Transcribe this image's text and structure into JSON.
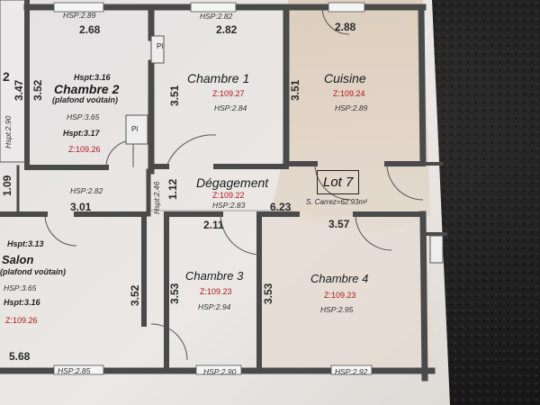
{
  "rooms": {
    "chambre2": {
      "name": "Chambre 2",
      "sub": "(plafond voûtain)",
      "hspt_top": "Hspt:3.16",
      "hsp": "HSP:3.65",
      "hspt_bottom": "Hspt:3.17",
      "z": "Z:109.26",
      "dim_top": "2.68",
      "dim_left": "3.52",
      "dim_outer": "3.47",
      "hspt_side": "Hspt:2.90"
    },
    "chambre1": {
      "name": "Chambre 1",
      "z": "Z:109.27",
      "hsp": "HSP:2.84",
      "dim_top": "2.82",
      "dim_left": "3.51",
      "hsp_top": "HSP:2.82"
    },
    "cuisine": {
      "name": "Cuisine",
      "z": "Z:109.24",
      "hsp": "HSP:2.89",
      "dim_top": "2.88",
      "dim_left": "3.51"
    },
    "degagement": {
      "name": "Dégagement",
      "z": "Z:109.22",
      "hsp": "HSP:2.83",
      "dim_len": "6.23",
      "dim_side": "1.12",
      "hspt": "Hspt:2.46"
    },
    "hall": {
      "hsp": "HSP:2.82",
      "dim_top": "3.01",
      "dim_left": "1.09"
    },
    "salon": {
      "name": "Salon",
      "sub": "(plafond voûtain)",
      "hspt_top": "Hspt:3.13",
      "hspt_bottom": "Hspt:3.16",
      "hsp": "HSP:3.65",
      "z": "Z:109.26",
      "dim_bottom": "5.68",
      "dim_right": "3.52",
      "hsp_bottom": "HSP:2.85"
    },
    "chambre3": {
      "name": "Chambre 3",
      "z": "Z:109.23",
      "hsp": "HSP:2.94",
      "dim_top": "2.11",
      "dim_left": "3.53",
      "hsp_bottom": "HSP:2.90"
    },
    "chambre4": {
      "name": "Chambre 4",
      "z": "Z:109.23",
      "hsp": "HSP:2.95",
      "dim_top": "3.57",
      "dim_left": "3.53",
      "hsp_bottom": "HSP:2.92"
    }
  },
  "lot": {
    "label": "Lot 7",
    "surface": "S. Carrez=62.93m²"
  },
  "top_hsp_left": "HSP:2.89",
  "left_room_number": "2",
  "placard_label": "Pl",
  "colors": {
    "paper": "#e9e6e3",
    "kitchen_tint": "#d9c8b5",
    "wall": "#4a4a4a",
    "z_red": "#b01818",
    "leather": "#1c1c1c"
  }
}
